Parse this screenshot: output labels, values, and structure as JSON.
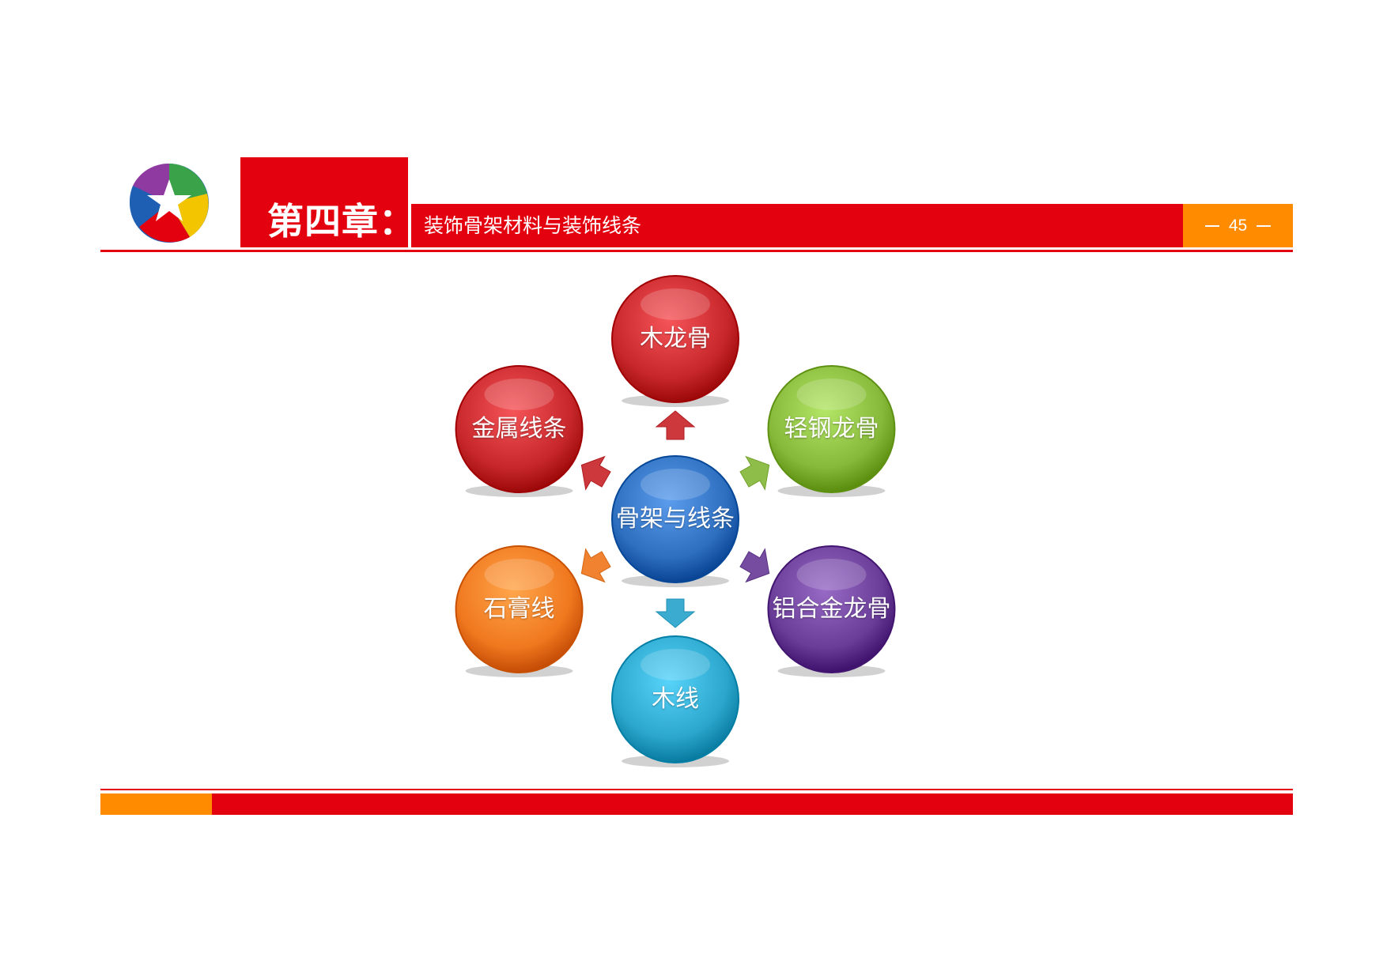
{
  "header": {
    "chapter_title": "第四章：",
    "subtitle": "装饰骨架材料与装饰线条",
    "page_number": "45"
  },
  "colors": {
    "brand_red": "#e3000f",
    "accent_orange": "#ff8c00"
  },
  "diagram": {
    "center": {
      "label": "骨架与线条",
      "color": "#2e6fc0"
    },
    "nodes": [
      {
        "label": "木龙骨",
        "color": "#c8282c"
      },
      {
        "label": "轻钢龙骨",
        "color": "#86b83a"
      },
      {
        "label": "铝合金龙骨",
        "color": "#6a3d98"
      },
      {
        "label": "木线",
        "color": "#2ba6cc"
      },
      {
        "label": "石膏线",
        "color": "#f0781e"
      },
      {
        "label": "金属线条",
        "color": "#c8282c"
      }
    ]
  }
}
